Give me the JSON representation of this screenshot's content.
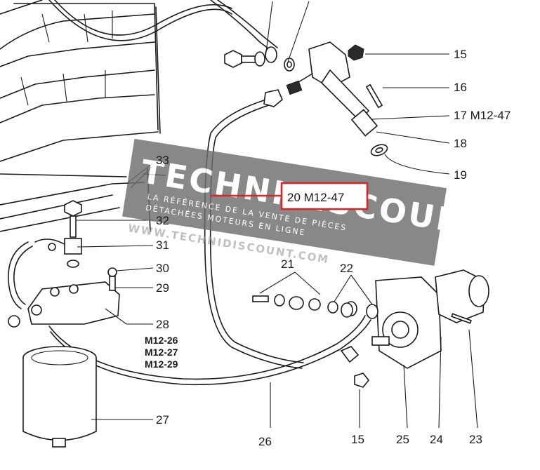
{
  "callouts": {
    "c15a": "15",
    "c16": "16",
    "c17": "17 M12-47",
    "c18": "18",
    "c19": "19",
    "c20": "20 M12-47",
    "c21": "21",
    "c22": "22",
    "c23": "23",
    "c24": "24",
    "c25": "25",
    "c26": "26",
    "c27": "27",
    "c28": "28",
    "c28_ref1": "M12-26",
    "c28_ref2": "M12-27",
    "c28_ref3": "M12-29",
    "c29": "29",
    "c30": "30",
    "c31": "31",
    "c32": "32",
    "c33": "33",
    "c15b": "15"
  },
  "highlight": {
    "color": "#d7262b"
  },
  "watermark": {
    "brand": "TECHNIDISCOUNT",
    "tagline_1": "LA RÉFÉRENCE DE LA VENTE DE PIÈCES",
    "tagline_2": "DÉTACHÉES MOTEURS EN LIGNE",
    "url": "WWW.TECHNIDISCOUNT.COM",
    "bg_color": "#6e6e6e"
  }
}
